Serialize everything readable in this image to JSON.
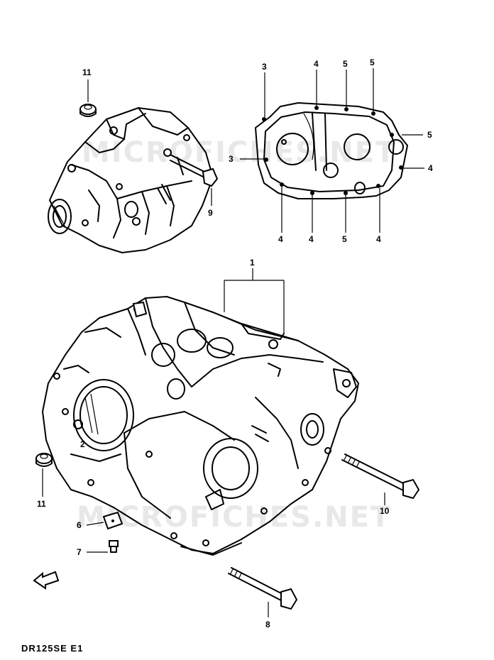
{
  "diagram": {
    "model_label": "DR125SE E1",
    "watermark_text": "MICROFICHES.NET",
    "callouts": [
      {
        "id": "c11a",
        "text": "11"
      },
      {
        "id": "c9",
        "text": "9"
      },
      {
        "id": "c3a",
        "text": "3"
      },
      {
        "id": "c4a",
        "text": "4"
      },
      {
        "id": "c5a",
        "text": "5"
      },
      {
        "id": "c5b",
        "text": "5"
      },
      {
        "id": "c5c",
        "text": "5"
      },
      {
        "id": "c3b",
        "text": "3"
      },
      {
        "id": "c4b",
        "text": "4"
      },
      {
        "id": "c4c",
        "text": "4"
      },
      {
        "id": "c4d",
        "text": "4"
      },
      {
        "id": "c5d",
        "text": "5"
      },
      {
        "id": "c4e",
        "text": "4"
      },
      {
        "id": "c1",
        "text": "1"
      },
      {
        "id": "c2",
        "text": "2"
      },
      {
        "id": "c11b",
        "text": "11"
      },
      {
        "id": "c10",
        "text": "10"
      },
      {
        "id": "c6",
        "text": "6"
      },
      {
        "id": "c7",
        "text": "7"
      },
      {
        "id": "c8",
        "text": "8"
      }
    ]
  }
}
